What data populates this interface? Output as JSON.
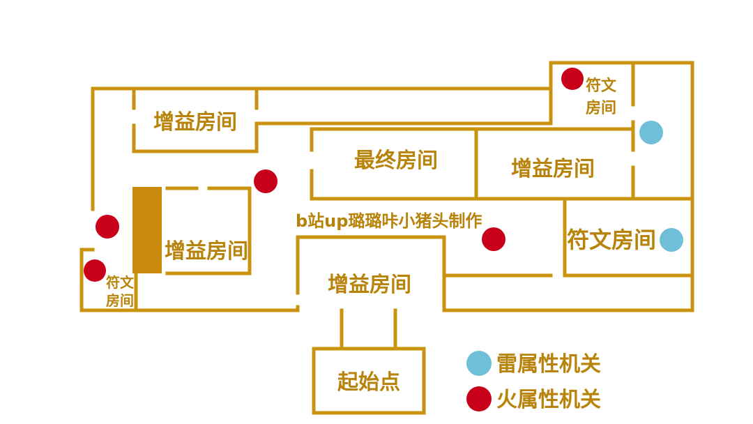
{
  "rooms": {
    "buff_top_left": "增益房间",
    "buff_middle_left": "增益房间",
    "buff_center": "增益房间",
    "buff_right": "增益房间",
    "final": "最终房间",
    "rune_right": "符文房间",
    "rune_top_right_l1": "符文",
    "rune_top_right_l2": "房间",
    "rune_left_l1": "符文",
    "rune_left_l2": "房间",
    "start": "起始点"
  },
  "watermark": "b站up璐璐咔小猪头制作",
  "legend": {
    "thunder": {
      "label": "雷属性机关",
      "color": "#6fbfd8"
    },
    "fire": {
      "label": "火属性机关",
      "color": "#c8001a"
    }
  },
  "colors": {
    "wall": "#c9930f",
    "pillar": "#c98a0c",
    "text": "#b8830a"
  }
}
